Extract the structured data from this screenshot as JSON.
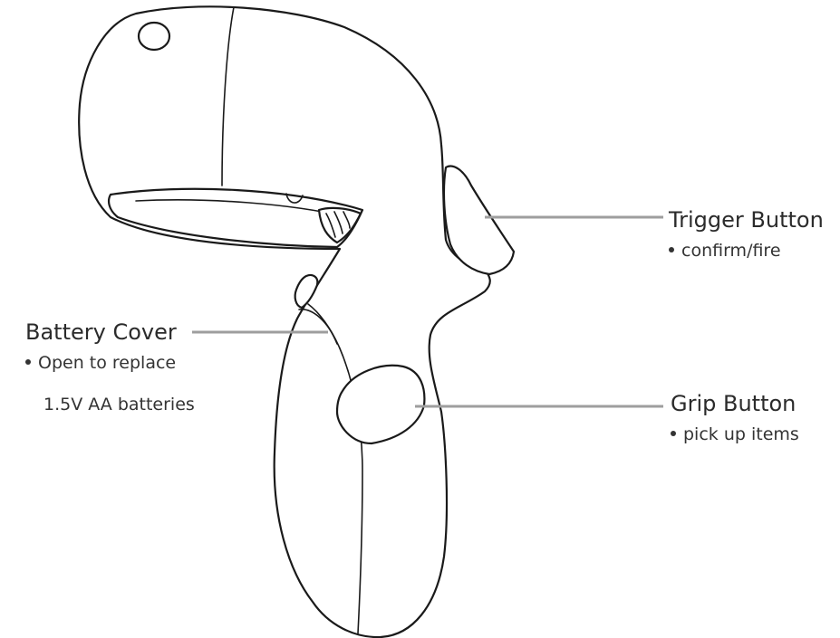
{
  "callouts": {
    "trigger": {
      "title": "Trigger Button",
      "bullet": "confirm/fire"
    },
    "battery": {
      "title": "Battery Cover",
      "bullet": "Open to replace",
      "bullet_cont": "1.5V AA batteries"
    },
    "grip": {
      "title": "Grip Button",
      "bullet": "pick up items"
    }
  },
  "colors": {
    "outline": "#1a1a1a",
    "leader_line": "#9e9e9e",
    "text": "#333333",
    "background": "#ffffff"
  }
}
